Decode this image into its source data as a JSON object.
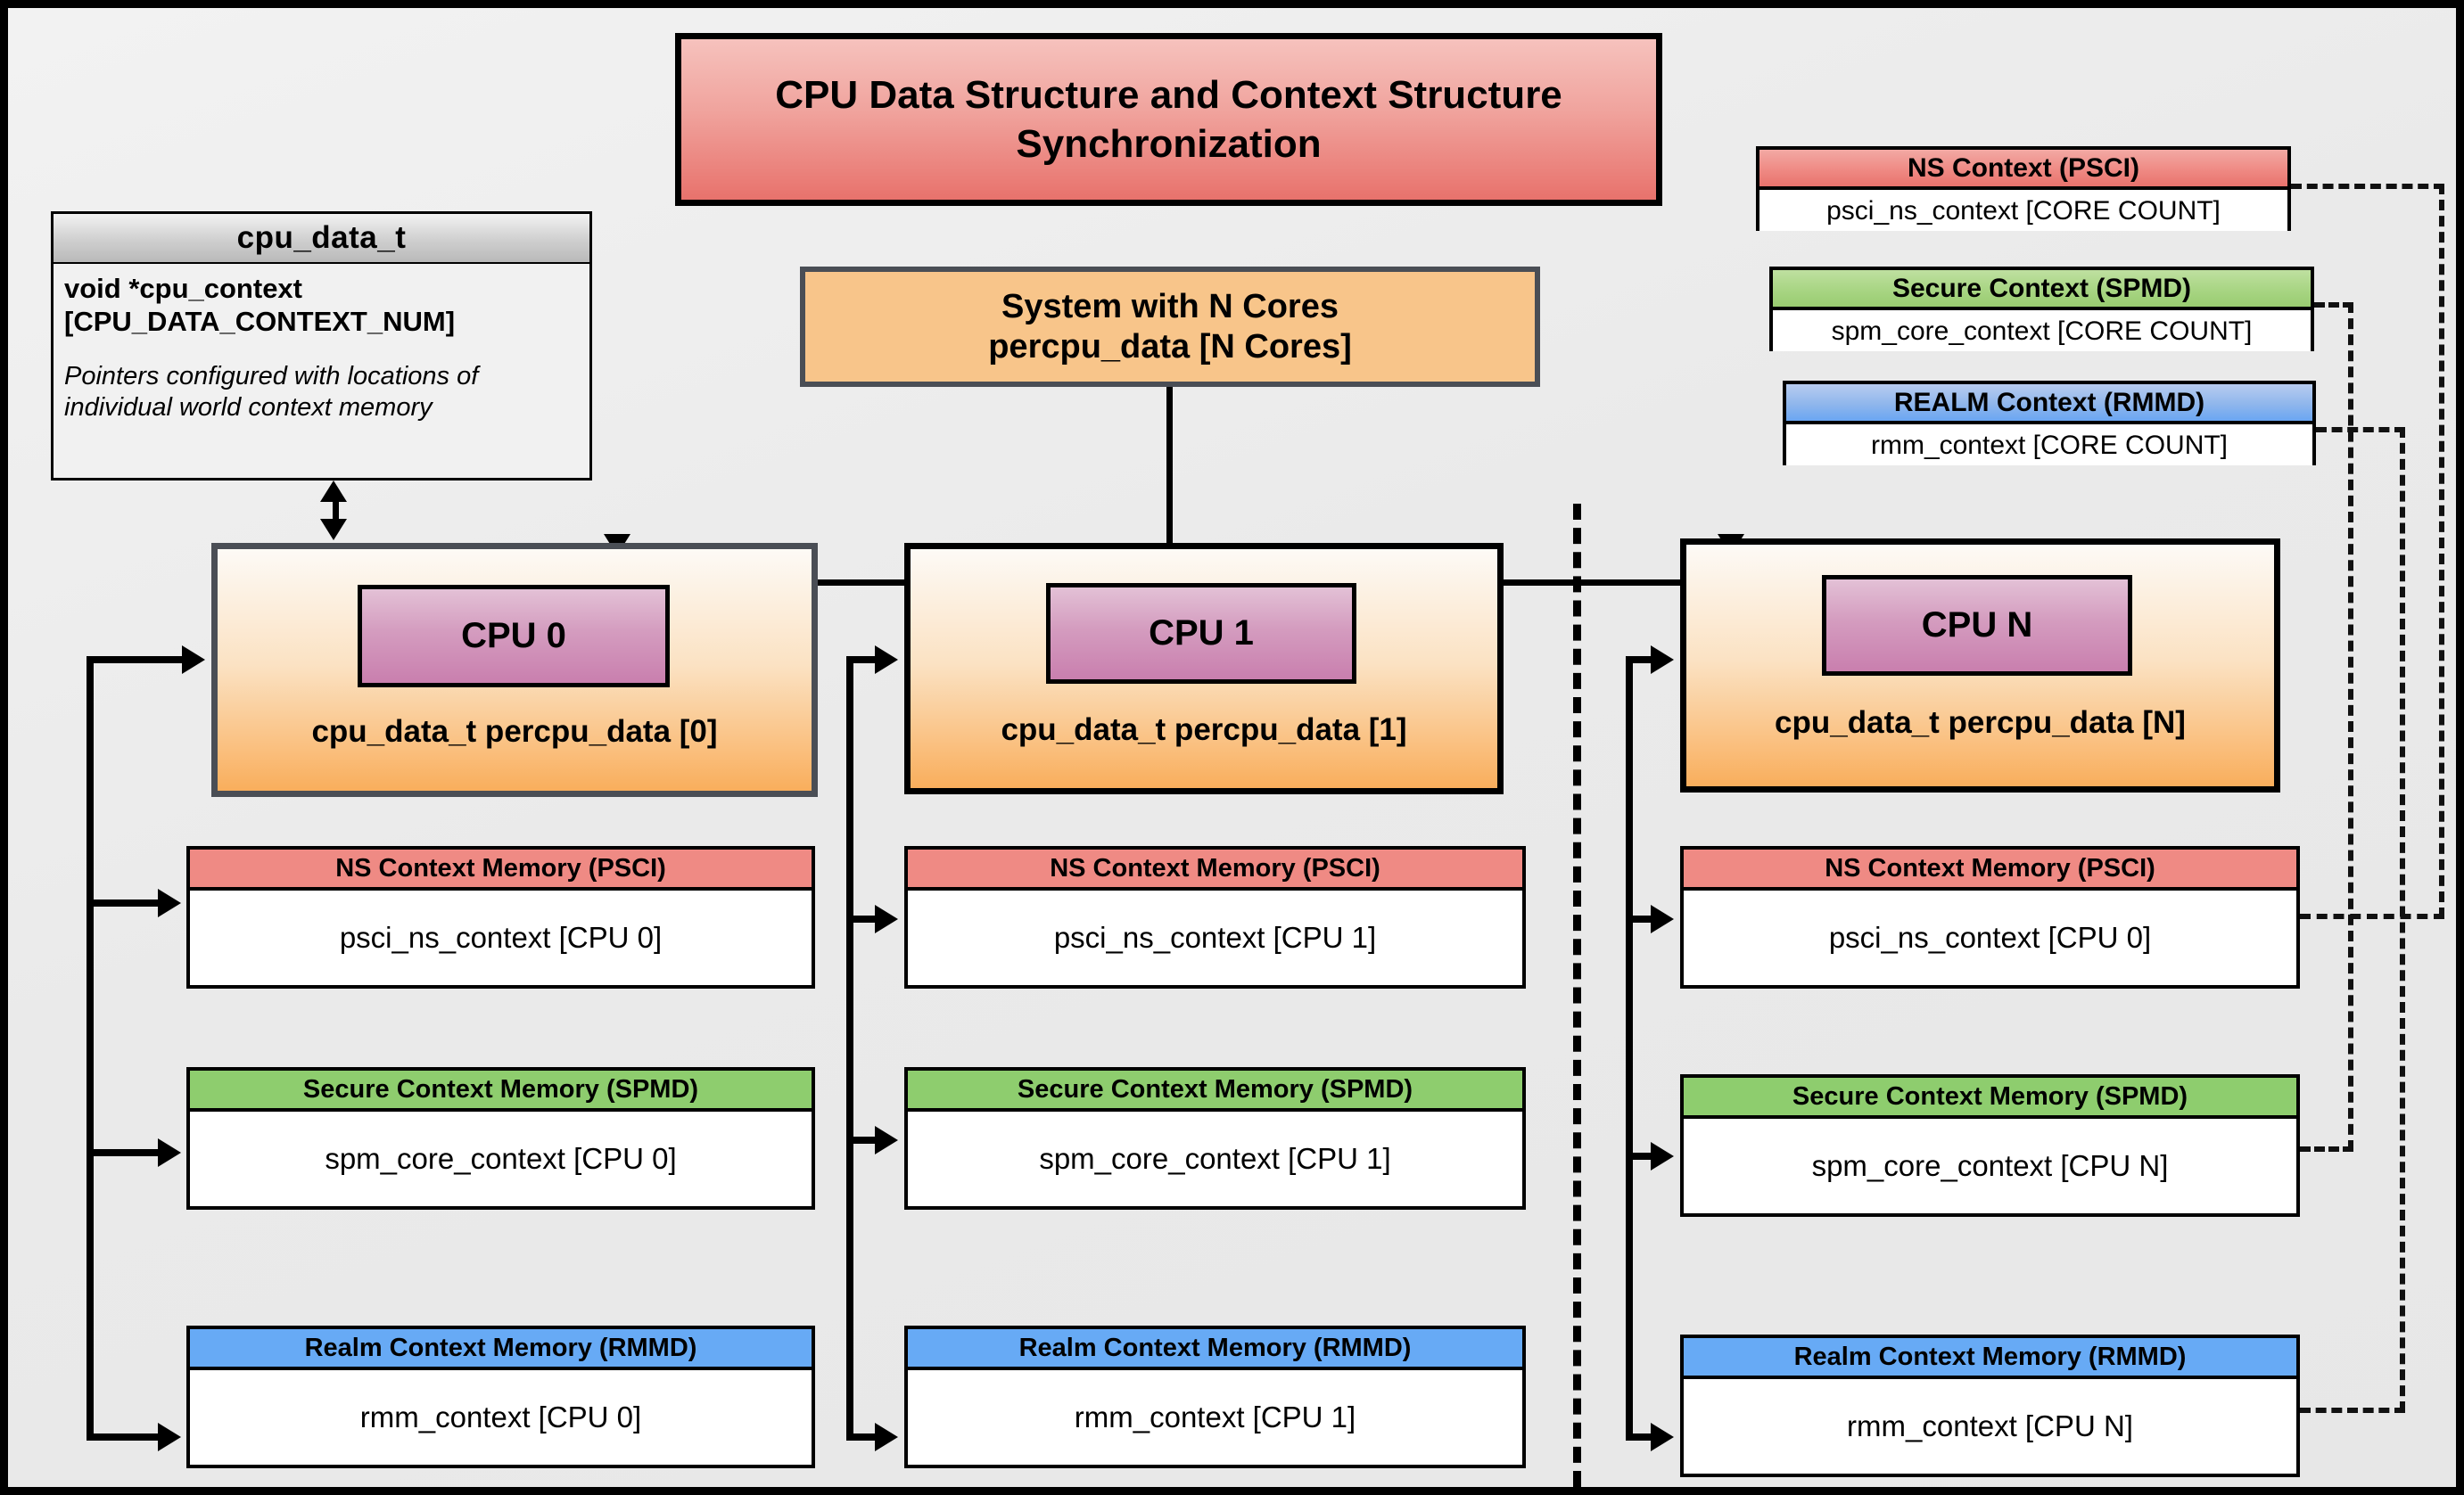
{
  "diagram": {
    "title": "CPU Data Structure and Context Structure Synchronization",
    "system_box": {
      "line1": "System with N Cores",
      "line2": "percpu_data [N Cores]"
    },
    "cpu_data_t": {
      "header": "cpu_data_t",
      "field": "void  *cpu_context [CPU_DATA_CONTEXT_NUM]",
      "note": "Pointers configured with locations of individual world context memory"
    },
    "legend": [
      {
        "header": "NS Context  (PSCI)",
        "body": "psci_ns_context [CORE COUNT]"
      },
      {
        "header": "Secure Context (SPMD)",
        "body": "spm_core_context [CORE COUNT]"
      },
      {
        "header": "REALM Context (RMMD)",
        "body": "rmm_context [CORE COUNT]"
      }
    ],
    "columns": [
      {
        "chip": "CPU 0",
        "struct_label": "cpu_data_t percpu_data [0]",
        "memories": [
          {
            "header": "NS Context Memory (PSCI)",
            "body": "psci_ns_context [CPU 0]"
          },
          {
            "header": "Secure Context Memory (SPMD)",
            "body": "spm_core_context [CPU 0]"
          },
          {
            "header": "Realm Context Memory (RMMD)",
            "body": "rmm_context [CPU 0]"
          }
        ]
      },
      {
        "chip": "CPU 1",
        "struct_label": "cpu_data_t percpu_data [1]",
        "memories": [
          {
            "header": "NS Context Memory (PSCI)",
            "body": "psci_ns_context [CPU 1]"
          },
          {
            "header": "Secure Context Memory (SPMD)",
            "body": "spm_core_context [CPU 1]"
          },
          {
            "header": "Realm Context Memory (RMMD)",
            "body": "rmm_context [CPU 1]"
          }
        ]
      },
      {
        "chip": "CPU N",
        "struct_label": "cpu_data_t percpu_data [N]",
        "memories": [
          {
            "header": "NS Context Memory (PSCI)",
            "body": "psci_ns_context [CPU 0]"
          },
          {
            "header": "Secure Context Memory (SPMD)",
            "body": "spm_core_context [CPU N]"
          },
          {
            "header": "Realm Context Memory (RMMD)",
            "body": "rmm_context [CPU N]"
          }
        ]
      }
    ],
    "colors": {
      "psci": "#ef8a84",
      "spmd": "#8ecd6e",
      "rmmd": "#67aaf5",
      "cpu_chip": "#c97fae",
      "cpu_card": "#f9ae5c",
      "title": "#e8726c",
      "system": "#f8c58a",
      "panel_bg": "#eaeaea"
    }
  }
}
